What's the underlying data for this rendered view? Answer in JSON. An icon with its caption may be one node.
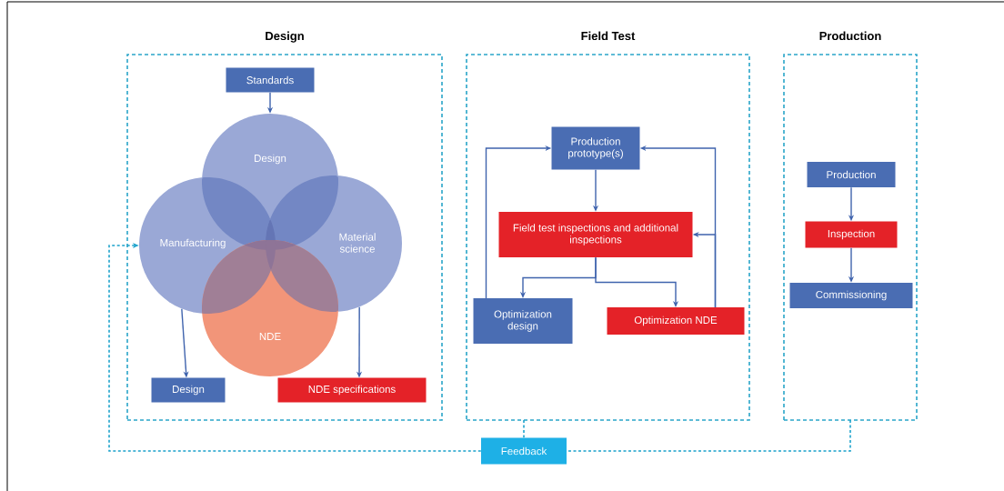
{
  "diagram": {
    "nodes": [
      {
        "text": [
          "Design"
        ]
      },
      {
        "text": [
          "Field Test"
        ]
      },
      {
        "text": [
          "Production"
        ]
      },
      {
        "text": [
          "Standards"
        ],
        "in": 0
      },
      {
        "text": [
          "Design"
        ],
        "in": 0
      },
      {
        "text": [
          "Manufacturing"
        ],
        "in": 0
      },
      {
        "text": [
          "Material science"
        ],
        "in": 0
      },
      {
        "text": [
          "NDE"
        ],
        "in": 0
      },
      {
        "text": [
          "Design"
        ],
        "in": 0
      },
      {
        "text": [
          "NDE specifications"
        ],
        "in": 0
      },
      {
        "text": [
          "Production prototype(s)"
        ],
        "in": 1
      },
      {
        "text": [
          "Field test inspections and additional inspections"
        ],
        "in": 1
      },
      {
        "text": [
          "Optimization design"
        ],
        "in": 1
      },
      {
        "text": [
          "Optimization NDE"
        ],
        "in": 1
      },
      {
        "text": [
          "Production"
        ],
        "in": 2
      },
      {
        "text": [
          "Inspection"
        ],
        "in": 2
      },
      {
        "text": [
          "Commissioning"
        ],
        "in": 2
      },
      {
        "text": [
          "Feedback"
        ]
      }
    ],
    "edges": [
      {
        "from": 3,
        "to": 4,
        "arrow": "to"
      },
      {
        "from": 5,
        "to": 8,
        "arrow": "to"
      },
      {
        "from": 6,
        "to": 9,
        "arrow": "to"
      },
      {
        "from": 10,
        "to": 11,
        "arrow": "to"
      },
      {
        "from": 11,
        "to": 12,
        "arrow": "to"
      },
      {
        "from": 11,
        "to": 13,
        "arrow": "to"
      },
      {
        "from": 12,
        "to": 10,
        "arrow": "to"
      },
      {
        "from": 13,
        "to": 10,
        "arrow": "to"
      },
      {
        "from": 13,
        "to": 11,
        "arrow": "to"
      },
      {
        "from": 14,
        "to": 15,
        "arrow": "to"
      },
      {
        "from": 15,
        "to": 16,
        "arrow": "to"
      },
      {
        "from": 1,
        "to": 17,
        "arrow": "none",
        "style": "dashed",
        "color": "#1ea3cc"
      },
      {
        "from": 2,
        "to": 17,
        "arrow": "none",
        "style": "dashed",
        "color": "#1ea3cc"
      },
      {
        "from": 17,
        "to": 5,
        "arrow": "to",
        "style": "dashed",
        "color": "#1ea3cc"
      }
    ]
  }
}
